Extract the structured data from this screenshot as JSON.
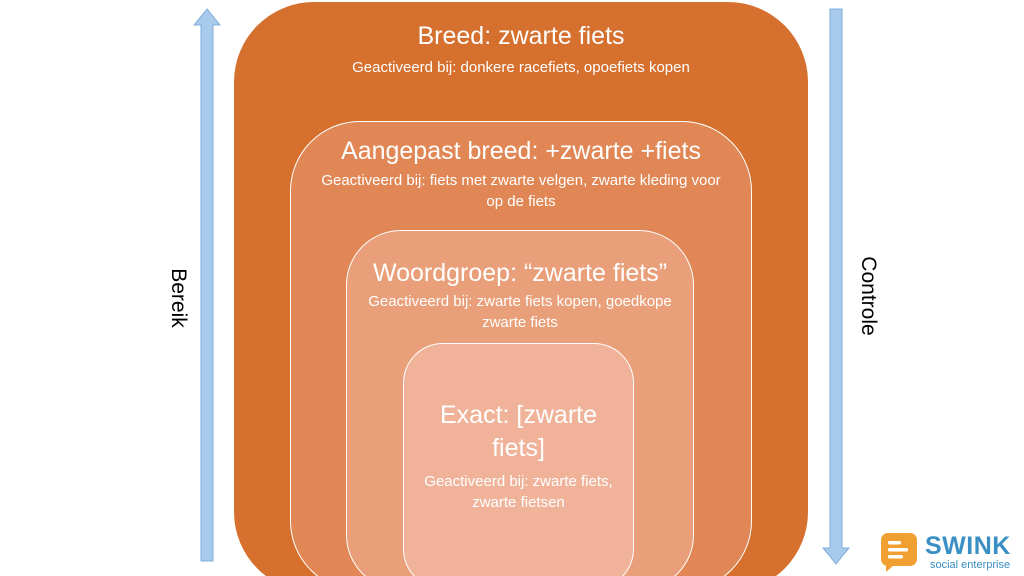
{
  "diagram": {
    "levels": [
      {
        "title": "Breed: zwarte fiets",
        "subtitle": "Geactiveerd bij: donkere racefiets, opoefiets kopen"
      },
      {
        "title": "Aangepast breed: +zwarte +fiets",
        "subtitle": "Geactiveerd bij: fiets met zwarte velgen, zwarte kleding voor op de fiets"
      },
      {
        "title": "Woordgroep: “zwarte fiets”",
        "subtitle": "Geactiveerd bij: zwarte fiets kopen, goedkope zwarte fiets"
      },
      {
        "title": "Exact: [zwarte fiets]",
        "subtitle": "Geactiveerd bij: zwarte fiets, zwarte fietsen"
      }
    ],
    "left_axis": {
      "label": "Bereik",
      "direction": "up"
    },
    "right_axis": {
      "label": "Controle",
      "direction": "down"
    }
  },
  "logo": {
    "name": "SWINK",
    "tagline": "social enterprise"
  },
  "colors": {
    "level_1": "#D5702E",
    "level_2": "#E08755",
    "level_3": "#E99F79",
    "level_4": "#F0B39A",
    "arrow": "#9DC3E6",
    "logo_orange": "#F0A030",
    "logo_blue": "#3A8FC4"
  }
}
